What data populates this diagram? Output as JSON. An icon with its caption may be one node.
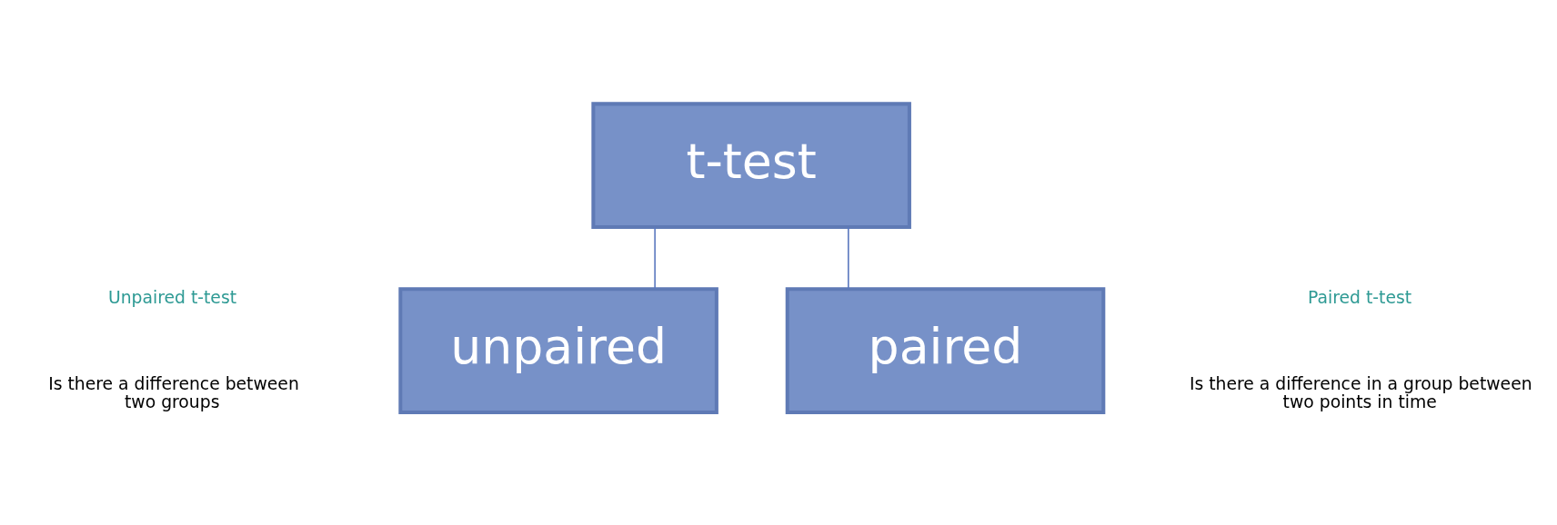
{
  "diagram": {
    "nodes": [
      {
        "text": [
          "t-test"
        ]
      },
      {
        "text": [
          "unpaired"
        ]
      },
      {
        "text": [
          "paired"
        ]
      }
    ],
    "edges": [
      {
        "from": 0,
        "to": 1,
        "arrow": "none"
      },
      {
        "from": 0,
        "to": 2,
        "arrow": "none"
      }
    ],
    "labels": [
      "Unpaired t-test",
      "Is there a difference between two groups",
      "Paired t-test",
      "Is there a difference in a group between two points in time"
    ]
  }
}
